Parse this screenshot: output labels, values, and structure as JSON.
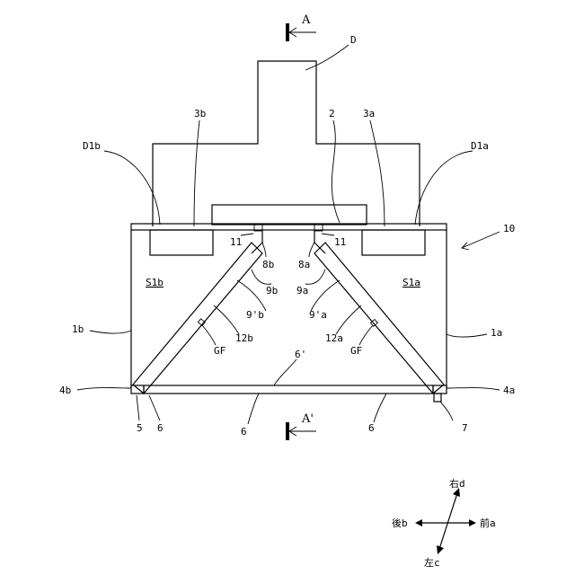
{
  "figure": {
    "section_arrow_top": "A",
    "section_arrow_bottom": "A'",
    "labels": {
      "duct": "D",
      "panel": "2",
      "outlet_a": "3a",
      "outlet_b": "3b",
      "duct_a": "D1a",
      "duct_b": "D1b",
      "unit": "10",
      "space_a": "S1a",
      "space_b": "S1b",
      "side_a": "1a",
      "side_b": "1b",
      "hinge_a": "4a",
      "hinge_b": "4b",
      "part5": "5",
      "part6_left": "6",
      "part6_mid": "6",
      "part6_right": "6",
      "part6_prime": "6'",
      "part7": "7",
      "part8a": "8a",
      "part8b": "8b",
      "part9a": "9a",
      "part9b": "9b",
      "part9pa": "9'a",
      "part9pb": "9'b",
      "part11_left": "11",
      "part11_right": "11",
      "part12a": "12a",
      "part12b": "12b",
      "gf_left": "GF",
      "gf_right": "GF"
    },
    "compass": {
      "right": "右d",
      "left": "左c",
      "front": "前a",
      "rear": "後b"
    }
  }
}
